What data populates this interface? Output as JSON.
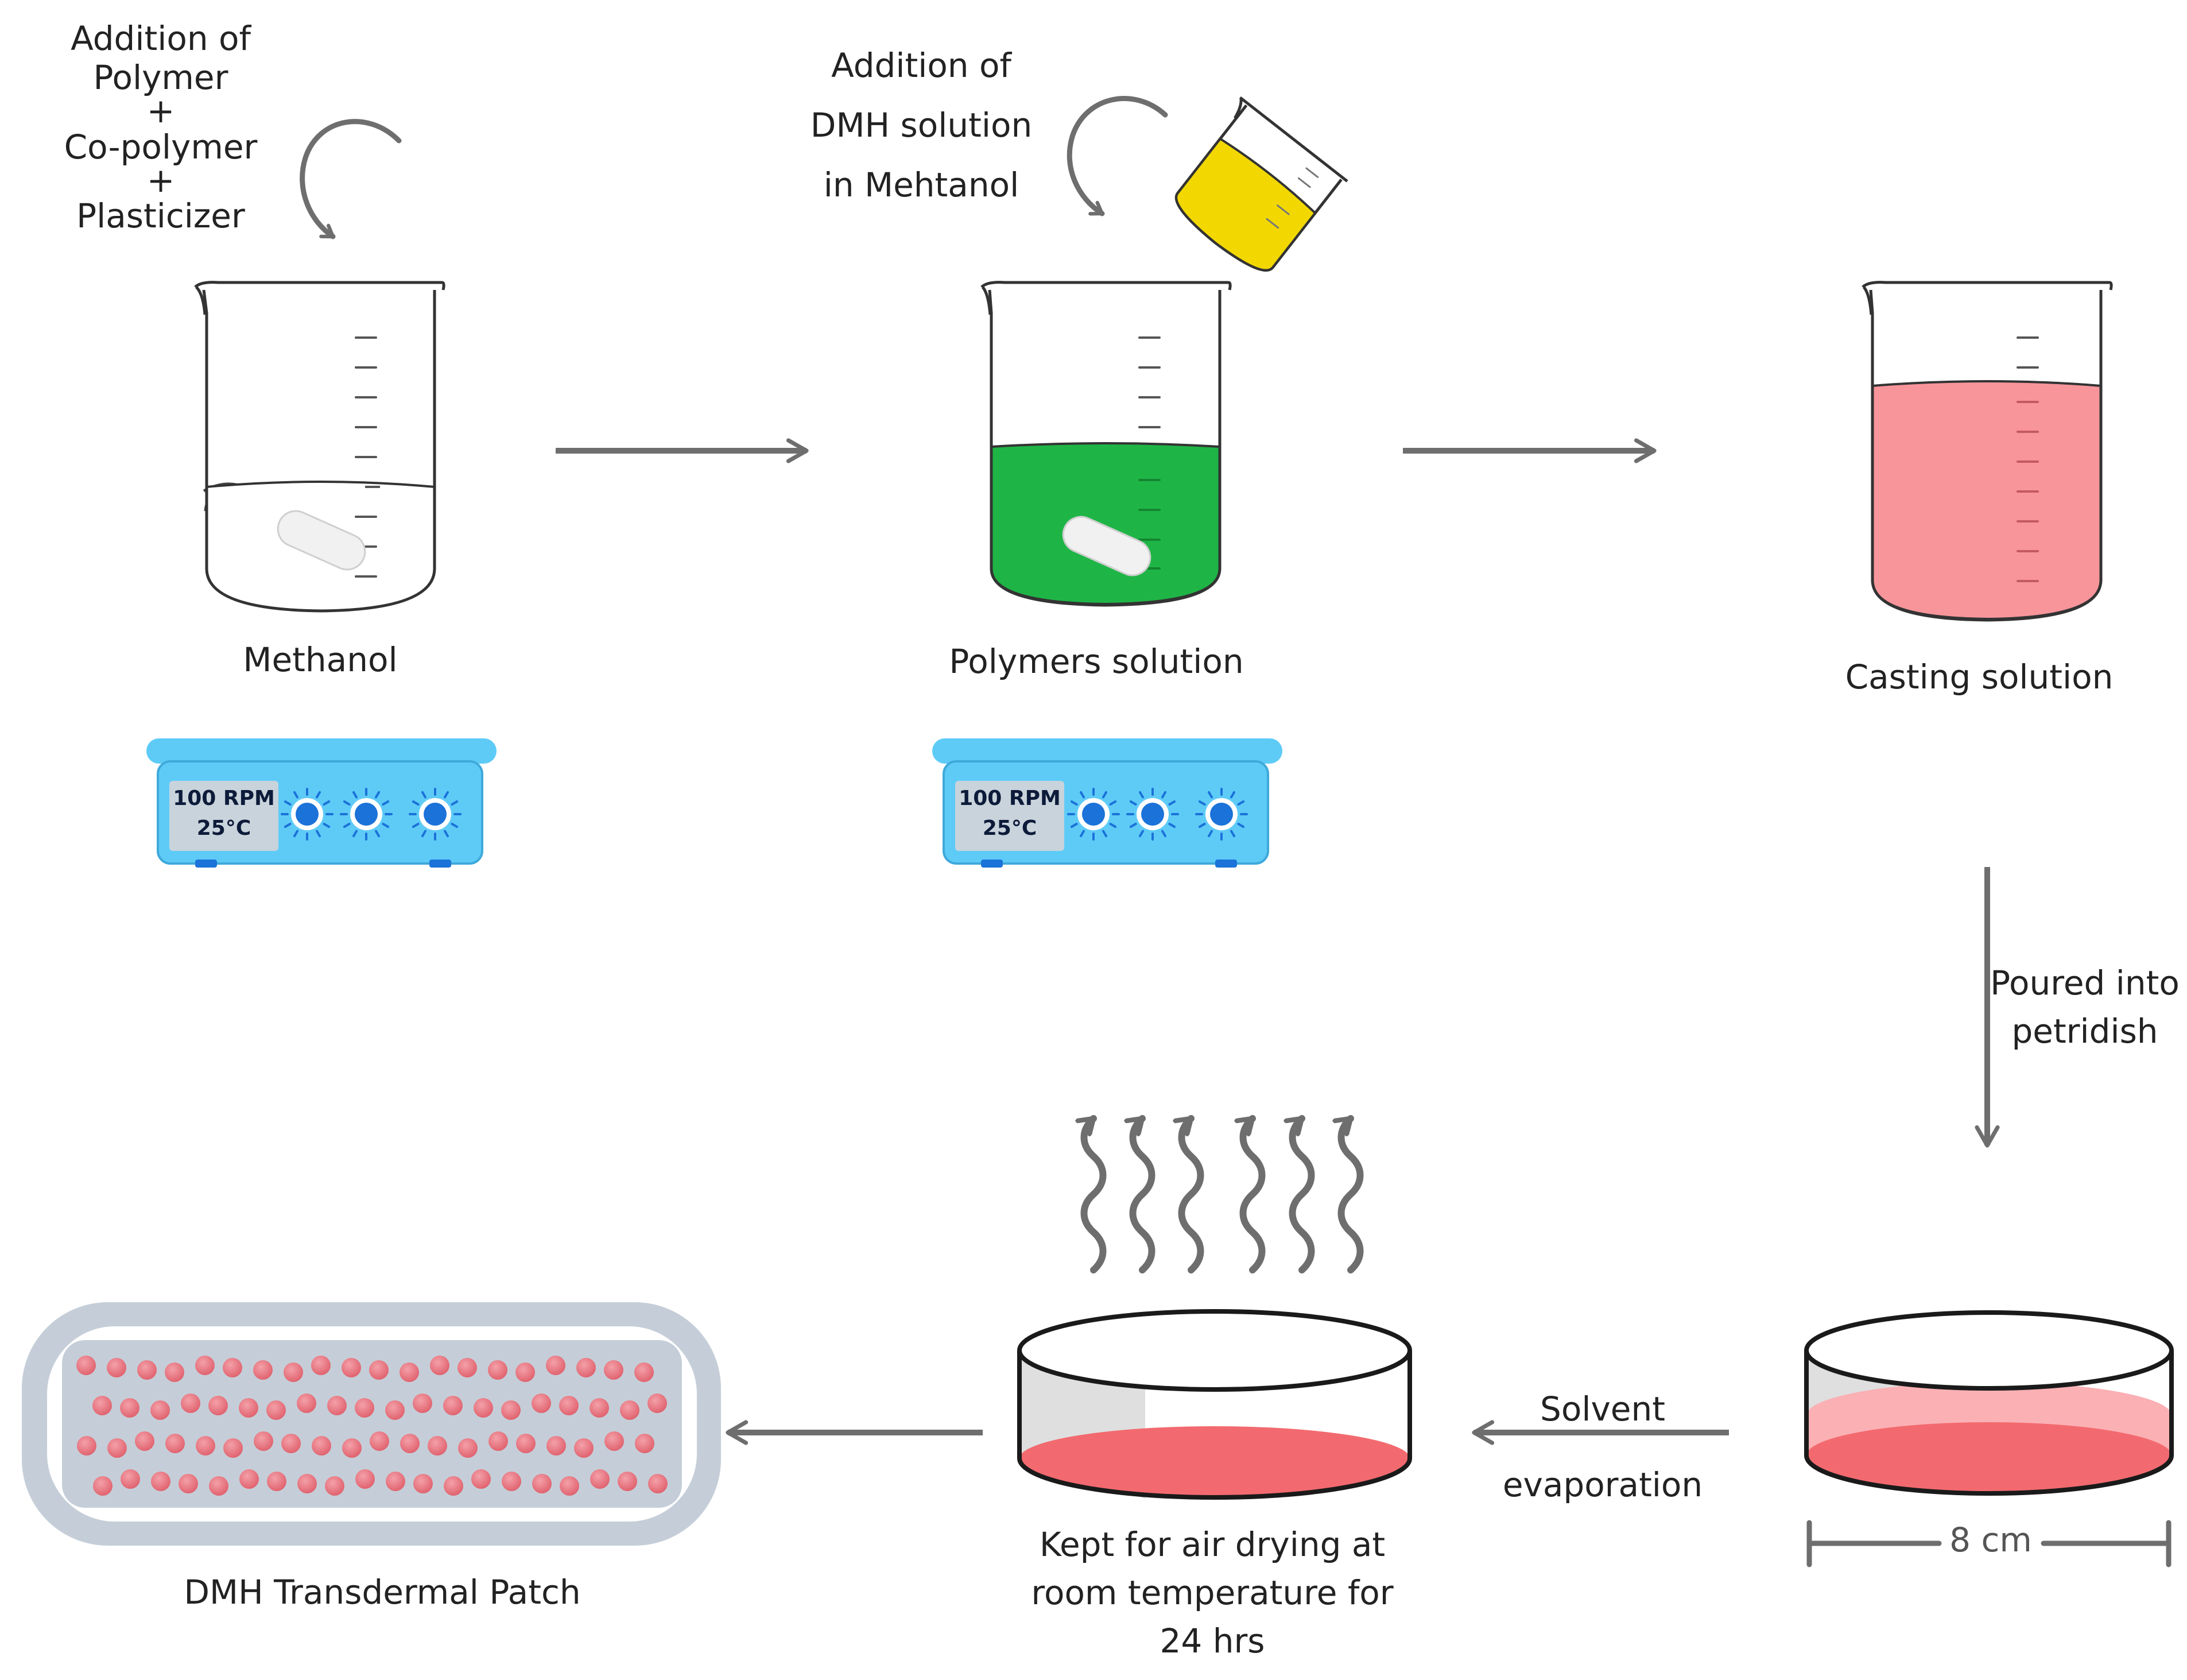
{
  "steps": {
    "step1_addition": [
      "Addition of",
      "Polymer",
      "+",
      "Co-polymer",
      "+",
      "Plasticizer"
    ],
    "step2_addition": [
      "Addition of",
      "DMH solution",
      "in Mehtanol"
    ],
    "beaker1_label": "Methanol",
    "beaker2_label": "Polymers solution",
    "beaker3_label": "Casting solution",
    "pour_label": [
      "Poured into",
      "petridish"
    ],
    "evaporation_label": [
      "Solvent",
      "evaporation"
    ],
    "drying_label": [
      "Kept for air drying at",
      "room temperature for",
      "24 hrs"
    ],
    "patch_label": "DMH Transdermal Patch",
    "dimension_label": "8 cm"
  },
  "stirrer": {
    "speed": "100 RPM",
    "temperature": "25°C"
  },
  "colors": {
    "polymer_solution": "#1fb546",
    "casting_solution": "#f7959b",
    "dmh_solution": "#f2d800",
    "stirrer_body": "#5ecbf7",
    "stirrer_knob": "#1b72d8",
    "arrow": "#6e6e6e",
    "patch_frame": "#c5ced8",
    "patch_dot": "#e8737e"
  }
}
